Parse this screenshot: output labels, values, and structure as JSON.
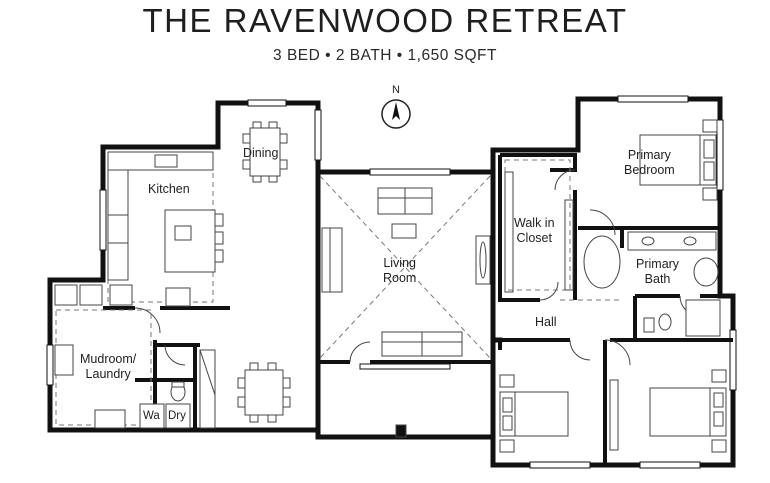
{
  "header": {
    "title": "THE RAVENWOOD RETREAT",
    "subtitle": "3 BED • 2 BATH • 1,650 SQFT"
  },
  "compass": {
    "label": "N"
  },
  "rooms": {
    "dining": "Dining",
    "kitchen": "Kitchen",
    "living_line1": "Living",
    "living_line2": "Room",
    "walkin_line1": "Walk in",
    "walkin_line2": "Closet",
    "primary_bedroom_line1": "Primary",
    "primary_bedroom_line2": "Bedroom",
    "primary_bath_line1": "Primary",
    "primary_bath_line2": "Bath",
    "hall": "Hall",
    "mudroom_line1": "Mudroom/",
    "mudroom_line2": "Laundry",
    "washer": "Wa",
    "dryer": "Dry"
  },
  "colors": {
    "wall": "#111111",
    "fixture": "#555555",
    "dashed": "#777777"
  }
}
